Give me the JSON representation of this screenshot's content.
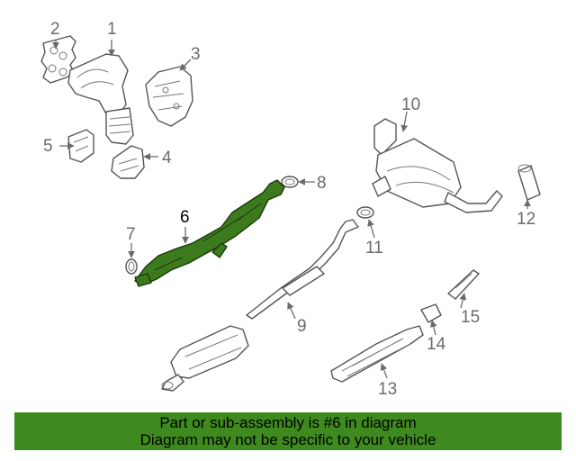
{
  "diagram": {
    "callouts": [
      "1",
      "2",
      "3",
      "4",
      "5",
      "6",
      "7",
      "8",
      "9",
      "10",
      "11",
      "12",
      "13",
      "14",
      "15"
    ],
    "highlighted_part": "6",
    "colors": {
      "highlight": "#3d7a1e",
      "line": "#555555",
      "banner": "#3e8a1e"
    }
  },
  "footer": {
    "line1": "Part or sub-assembly is #6 in diagram",
    "line2": "Diagram may not be specific to your vehicle"
  }
}
